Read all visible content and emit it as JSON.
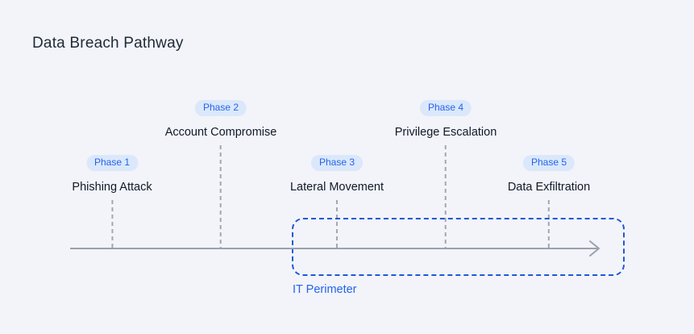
{
  "page": {
    "title": "Data Breach Pathway"
  },
  "diagram": {
    "phases": [
      {
        "badge": "Phase 1",
        "label": "Phishing Attack"
      },
      {
        "badge": "Phase 2",
        "label": "Account Compromise"
      },
      {
        "badge": "Phase 3",
        "label": "Lateral Movement"
      },
      {
        "badge": "Phase 4",
        "label": "Privilege Escalation"
      },
      {
        "badge": "Phase 5",
        "label": "Data Exfiltration"
      }
    ],
    "perimeter": {
      "label": "IT Perimeter"
    },
    "colors": {
      "background": "#f2f4f9",
      "badge_background": "#dbe8fb",
      "badge_text": "#2563eb",
      "label_text": "#111827",
      "timeline_gray": "#9aa1ad",
      "connector_gray": "#a2a7b0",
      "perimeter_blue": "#2158d6"
    }
  }
}
